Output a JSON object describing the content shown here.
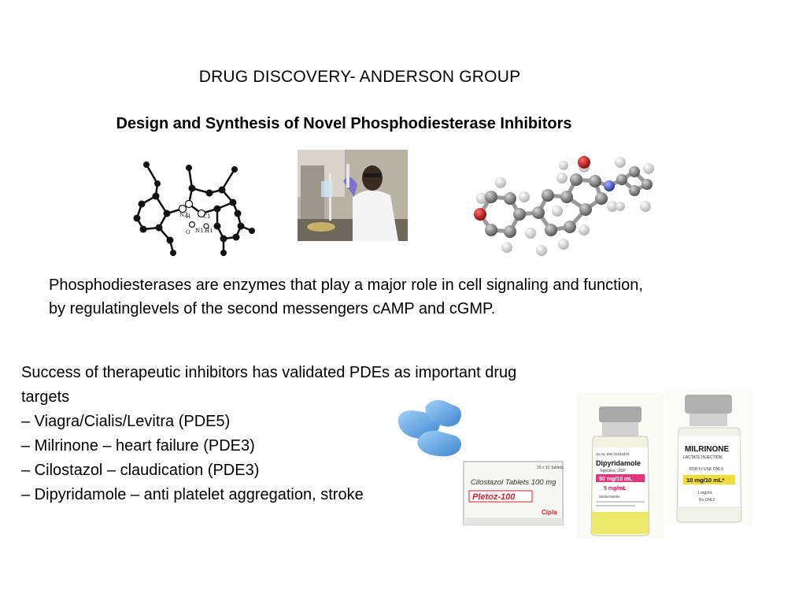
{
  "header": {
    "title": "DRUG DISCOVERY- ANDERSON GROUP",
    "subtitle": "Design and Synthesis of Novel Phosphodiesterase Inhibitors"
  },
  "description": {
    "line1": "Phosphodiesterases are enzymes that play a major role in cell signaling and function,",
    "line2": "by regulatinglevels of the second messengers cAMP and cGMP."
  },
  "success": {
    "intro1": "Success of therapeutic inhibitors has validated PDEs as important drug",
    "intro2": "targets",
    "items": [
      "– Viagra/Cialis/Levitra (PDE5)",
      "– Milrinone – heart failure (PDE3)",
      "– Cilostazol – claudication (PDE3)",
      "– Dipyridamole – anti platelet aggregation, stroke"
    ]
  },
  "molecule_labels": {
    "n2": "N2",
    "c1": "C1",
    "n1": "N1",
    "h": "H",
    "h1": "H1",
    "o": "O"
  },
  "cilostazol_box": {
    "top_small": "10 x 10 Tablets",
    "name": "Cilostazol Tablets 100 mg",
    "brand": "Pletoz-100",
    "maker": "Cipla"
  },
  "vial_dipyridamole": {
    "top": "10 mL  DIN 02244475",
    "name": "Dipyridamole",
    "sub": "Injection, USP",
    "dose1": "50 mg/10 mL",
    "dose2": "5 mg/mL",
    "note": "Sterile/Stérile"
  },
  "vial_milrinone": {
    "name": "MILRINONE",
    "sub": "LACTATE INJECTION",
    "note": "FOR IV USE ONLY",
    "dose": "10 mg/10 mL*",
    "small": "1 mg/mL",
    "rx": "Rx ONLY"
  },
  "colors": {
    "carbon_gray": "#8c8c8c",
    "hydrogen": "#f2f2f2",
    "oxygen": "#c8161b",
    "nitrogen": "#4a5ad8",
    "pill_blue": "#5aa5e6",
    "cipla_red": "#d2232a"
  }
}
